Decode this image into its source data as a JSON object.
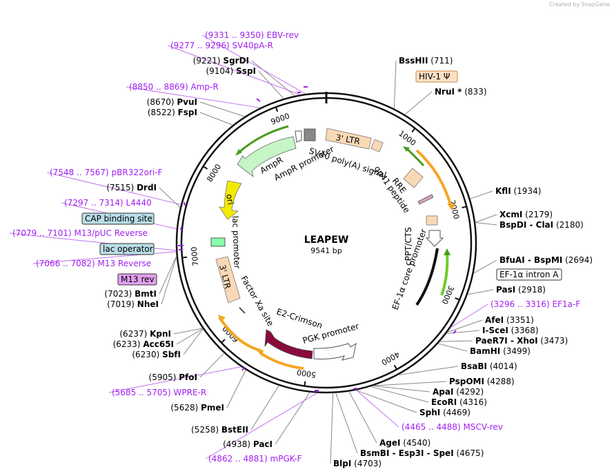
{
  "watermark": "Created by  SnapGene",
  "map": {
    "name": "LEAPEW",
    "length_label": "9541 bp",
    "total_bp": 9541,
    "tick_labels": [
      "1000",
      "2000",
      "3000",
      "4000",
      "5000",
      "6000",
      "7000",
      "8000",
      "9000"
    ],
    "colors": {
      "backbone": "#111111",
      "primer": "#a020f0",
      "feature_orange": "#f5a623",
      "feature_green": "#4c9a1f",
      "ltr_fill": "#f9d9b5",
      "crimson": "#8b0a3c",
      "ori": "#f2ea00",
      "amp": "#c6f5c6"
    }
  },
  "enzymes_right": [
    {
      "name": "BssHII",
      "pos": "(711)"
    },
    {
      "name": "NruI *",
      "pos": "(833)"
    },
    {
      "name": "KflI",
      "pos": "(1934)"
    },
    {
      "name": "XcmI",
      "pos": "(2179)"
    },
    {
      "name": "BspDI - ClaI",
      "pos": "(2180)"
    },
    {
      "name": "BfuAI - BspMI",
      "pos": "(2694)"
    },
    {
      "name": "PasI",
      "pos": "(2918)"
    },
    {
      "name": "AfeI",
      "pos": "(3351)"
    },
    {
      "name": "I-SceI",
      "pos": "(3368)"
    },
    {
      "name": "PaeR7I - XhoI",
      "pos": "(3473)"
    },
    {
      "name": "BamHI",
      "pos": "(3499)"
    },
    {
      "name": "BsaBI",
      "pos": "(4014)"
    },
    {
      "name": "PspOMI",
      "pos": "(4288)"
    },
    {
      "name": "ApaI",
      "pos": "(4292)"
    },
    {
      "name": "EcoRI",
      "pos": "(4316)"
    },
    {
      "name": "SphI",
      "pos": "(4469)"
    },
    {
      "name": "AgeI",
      "pos": "(4540)"
    },
    {
      "name": "BsmBI - Esp3I - SpeI",
      "pos": "(4675)"
    },
    {
      "name": "BlpI",
      "pos": "(4703)"
    }
  ],
  "enzymes_left": [
    {
      "name": "SgrDI",
      "pos": "(9221)"
    },
    {
      "name": "SspI",
      "pos": "(9104)"
    },
    {
      "name": "PvuI",
      "pos": "(8670)"
    },
    {
      "name": "FspI",
      "pos": "(8522)"
    },
    {
      "name": "DrdI",
      "pos": "(7515)"
    },
    {
      "name": "BmtI",
      "pos": "(7023)"
    },
    {
      "name": "NheI",
      "pos": "(7019)"
    },
    {
      "name": "KpnI",
      "pos": "(6237)"
    },
    {
      "name": "Acc65I",
      "pos": "(6233)"
    },
    {
      "name": "SbfI",
      "pos": "(6230)"
    },
    {
      "name": "PfoI",
      "pos": "(5905)"
    },
    {
      "name": "PmeI",
      "pos": "(5628)"
    },
    {
      "name": "BstEII",
      "pos": "(5258)"
    },
    {
      "name": "PacI",
      "pos": "(4938)"
    }
  ],
  "primers": [
    {
      "range": "(9331 .. 9350)",
      "name": "EBV-rev"
    },
    {
      "range": "(9277 .. 9296)",
      "name": "SV40pA-R"
    },
    {
      "range": "(8850 .. 8869)",
      "name": "Amp-R"
    },
    {
      "range": "(7548 .. 7567)",
      "name": "pBR322ori-F"
    },
    {
      "range": "(7297 .. 7314)",
      "name": "L4440"
    },
    {
      "range": "(7079 .. 7101)",
      "name": "M13/pUC Reverse"
    },
    {
      "range": "(7066 .. 7082)",
      "name": "M13 Reverse"
    },
    {
      "range": "(3296 .. 3316)",
      "name": "EF1a-F"
    },
    {
      "range": "(4465 .. 4488)",
      "name": "MSCV-rev"
    },
    {
      "range": "(5685 .. 5705)",
      "name": "WPRE-R"
    },
    {
      "range": "(4862 .. 4881)",
      "name": "mPGK-F"
    }
  ],
  "boxed_features": [
    {
      "label": "HIV-1 Ψ"
    },
    {
      "label": "EF-1α intron A"
    },
    {
      "label": "CAP binding site"
    },
    {
      "label": "lac operator"
    },
    {
      "label": "M13 rev"
    }
  ],
  "inner_features": [
    {
      "label": "3' LTR",
      "kind": "box"
    },
    {
      "label": "SV40 poly(A) signal"
    },
    {
      "label": "AmpR"
    },
    {
      "label": "AmpR promoter"
    },
    {
      "label": "RRE"
    },
    {
      "label": "gp41 peptide"
    },
    {
      "label": "ori"
    },
    {
      "label": "cPPT/CTS"
    },
    {
      "label": "EF-1α core promoter"
    },
    {
      "label": "lac promoter"
    },
    {
      "label": "3' LTR",
      "kind": "box"
    },
    {
      "label": "Factor Xa site"
    },
    {
      "label": "E2-Crimson"
    },
    {
      "label": "PGK promoter"
    }
  ]
}
